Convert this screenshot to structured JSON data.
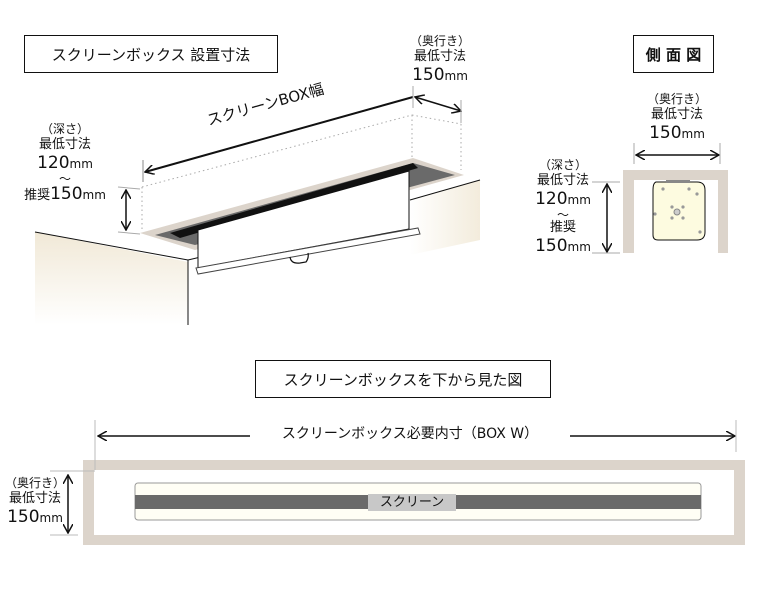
{
  "colors": {
    "frame": "#dcd4cb",
    "dark_band": "#6a6a6a",
    "screen_fill": "#fffef5",
    "roller_yellow": "#fdfbe0",
    "line": "#111111",
    "wall_shade": "#f1ead8"
  },
  "section1": {
    "title": "スクリーンボックス 設置寸法",
    "width_label": "スクリーンBOX幅",
    "depth_label": {
      "paren": "（深さ）",
      "min": "最低寸法",
      "min_value": "120",
      "unit": "mm",
      "tilde": "〜",
      "rec_prefix": "推奨",
      "rec_value": "150",
      "rec_unit": "mm"
    },
    "back_label": {
      "paren": "（奥行き）",
      "min": "最低寸法",
      "value": "150",
      "unit": "mm"
    }
  },
  "section2": {
    "title": "側 面 図",
    "back_label": {
      "paren": "（奥行き）",
      "min": "最低寸法",
      "value": "150",
      "unit": "mm"
    },
    "depth_label": {
      "paren": "（深さ）",
      "min": "最低寸法",
      "min_value": "120",
      "unit": "mm",
      "tilde": "〜",
      "rec": "推奨",
      "rec_value": "150",
      "rec_unit": "mm"
    }
  },
  "section3": {
    "title": "スクリーンボックスを下から見た図",
    "width_label": "スクリーンボックス必要内寸（BOX W）",
    "screen_label": "スクリーン",
    "back_label": {
      "paren": "（奥行き）",
      "min": "最低寸法",
      "value": "150",
      "unit": "mm"
    }
  }
}
